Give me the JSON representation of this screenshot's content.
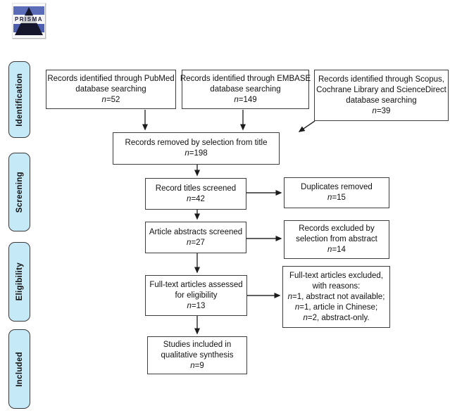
{
  "logo": {
    "text": "PRISMA"
  },
  "stages": [
    {
      "id": "identification",
      "label": "Identification"
    },
    {
      "id": "screening",
      "label": "Screening"
    },
    {
      "id": "eligibility",
      "label": "Eligibility"
    },
    {
      "id": "included",
      "label": "Included"
    }
  ],
  "flow": {
    "boxes": [
      {
        "id": "pubmed",
        "lines": [
          "Records identified through PubMed",
          "database searching",
          "n=52"
        ]
      },
      {
        "id": "embase",
        "lines": [
          "Records identified through EMBASE",
          "database searching",
          "n=149"
        ]
      },
      {
        "id": "scopus",
        "lines": [
          "Records identified through Scopus,",
          "Cochrane Library and ScienceDirect",
          "database searching",
          "n=39"
        ]
      },
      {
        "id": "title-removed",
        "lines": [
          "Records removed by selection from title",
          "n=198"
        ]
      },
      {
        "id": "titles-screened",
        "lines": [
          "Record titles screened",
          "n=42"
        ]
      },
      {
        "id": "duplicates-removed",
        "lines": [
          "Duplicates removed",
          "n=15"
        ]
      },
      {
        "id": "abstracts-screened",
        "lines": [
          "Article abstracts screened",
          "n=27"
        ]
      },
      {
        "id": "abstract-excluded",
        "lines": [
          "Records excluded by",
          "selection from abstract",
          "n=14"
        ]
      },
      {
        "id": "fulltext-assessed",
        "lines": [
          "Full-text articles assessed",
          "for eligibility",
          "n=13"
        ]
      },
      {
        "id": "fulltext-excluded",
        "lines": [
          "Full-text articles excluded,",
          "with reasons:",
          "n=1, abstract not available;",
          "n=1, article in Chinese;",
          "n=2, abstract-only."
        ]
      },
      {
        "id": "qualitative-synthesis",
        "lines": [
          "Studies included in",
          "qualitative synthesis",
          "n=9"
        ]
      }
    ]
  },
  "colors": {
    "stage_fill": "#c6e9f8",
    "box_border": "#3d3d3d",
    "arrow": "#2b2b2b",
    "logo_blue": "#5b6cb8",
    "logo_dark": "#15152c"
  }
}
